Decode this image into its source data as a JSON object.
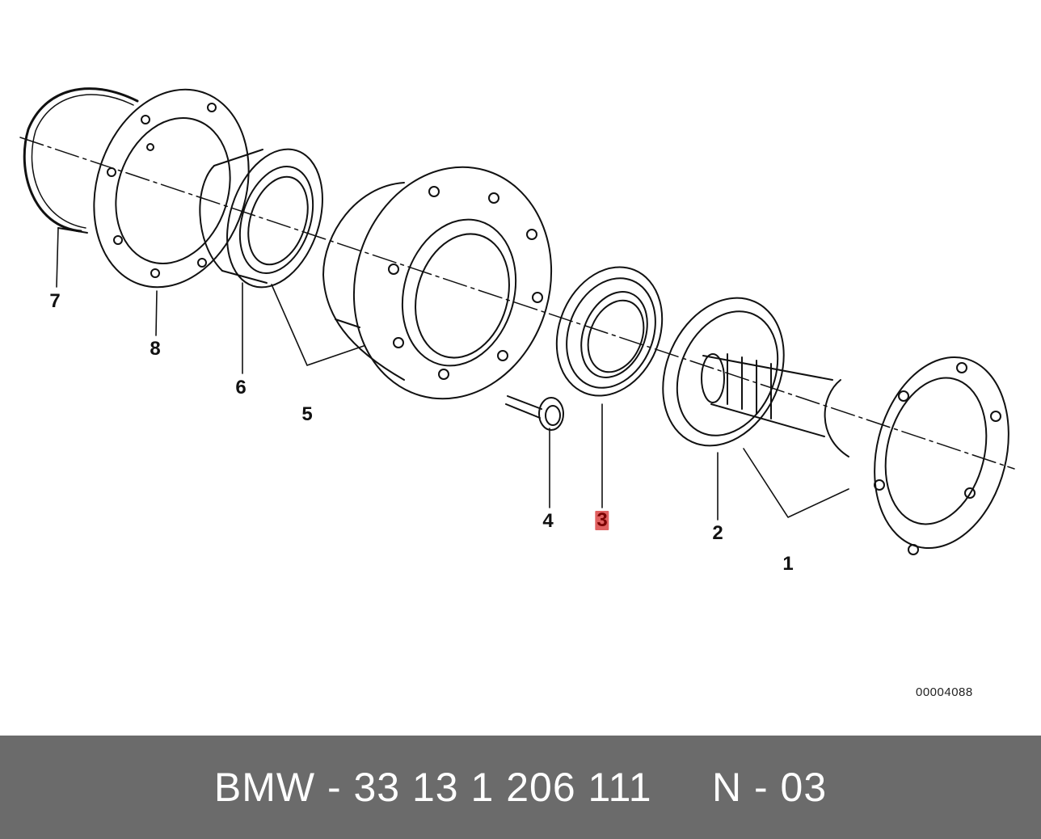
{
  "diagram": {
    "callouts": [
      {
        "id": "7",
        "label": "7",
        "highlighted": false
      },
      {
        "id": "8",
        "label": "8",
        "highlighted": false
      },
      {
        "id": "6",
        "label": "6",
        "highlighted": false
      },
      {
        "id": "5",
        "label": "5",
        "highlighted": false
      },
      {
        "id": "4",
        "label": "4",
        "highlighted": false
      },
      {
        "id": "3",
        "label": "3",
        "highlighted": true
      },
      {
        "id": "2",
        "label": "2",
        "highlighted": false
      },
      {
        "id": "1",
        "label": "1",
        "highlighted": false
      }
    ],
    "drawing_number": "00004088",
    "highlight_color": "#e06060"
  },
  "footer": {
    "text": "BMW - 33 13 1 206 111     N - 03",
    "background": "#6b6b6b",
    "color": "#ffffff"
  }
}
